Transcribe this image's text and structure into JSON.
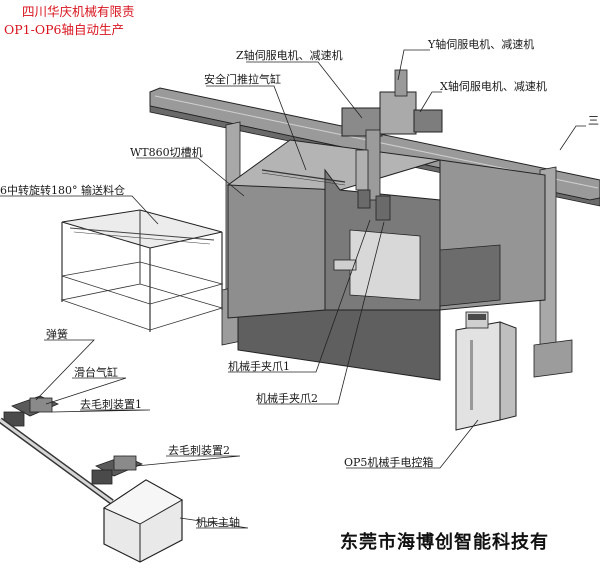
{
  "header": {
    "company": "四川华庆机械有限责",
    "process": "OP1-OP6轴自动生产"
  },
  "labels": {
    "z_servo": "Z轴伺服电机、减速机",
    "y_servo": "Y轴伺服电机、减速机",
    "x_servo": "X轴伺服电机、减速机",
    "door_cylinder": "安全门推拉气缸",
    "grooving_machine": "WT860切槽机",
    "rotary_conveyor": "6中转旋转180° 输送料仓",
    "three": "三",
    "spring": "弹簧",
    "slide_cylinder": "滑台气缸",
    "deburr_1": "去毛刺装置1",
    "gripper_1": "机械手夹爪1",
    "gripper_2": "机械手夹爪2",
    "deburr_2": "去毛刺装置2",
    "control_box": "OP5机械手电控箱",
    "spindle": "机床主轴"
  },
  "footer": {
    "maker": "东莞市海博创智能科技有"
  },
  "colors": {
    "title_red": "#d8141e",
    "machine_body": "#8e8e8e",
    "machine_dark": "#5f5f5f",
    "machine_light": "#c4c4c4",
    "control_box": "#e2e2e2",
    "ink": "#1a1a1a"
  }
}
